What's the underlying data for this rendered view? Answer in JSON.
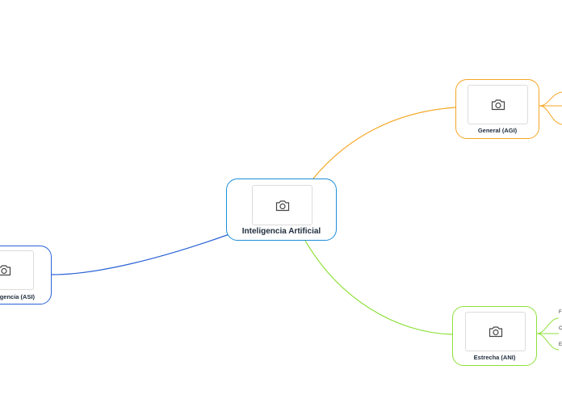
{
  "map": {
    "center": {
      "label": "Inteligencia Artificial",
      "color": "#1b8ed8",
      "icon": "camera-icon"
    },
    "general": {
      "label": "General (AGI)",
      "color": "#f5a623",
      "icon": "camera-icon"
    },
    "narrow": {
      "label": "Estrecha (ANI)",
      "color": "#8ee03a",
      "icon": "camera-icon"
    },
    "super": {
      "label": "Superinteligencia (ASI)",
      "color": "#2a62d6",
      "icon": "camera-icon"
    },
    "narrow_subtopics": [
      "F",
      "C",
      "E"
    ]
  }
}
